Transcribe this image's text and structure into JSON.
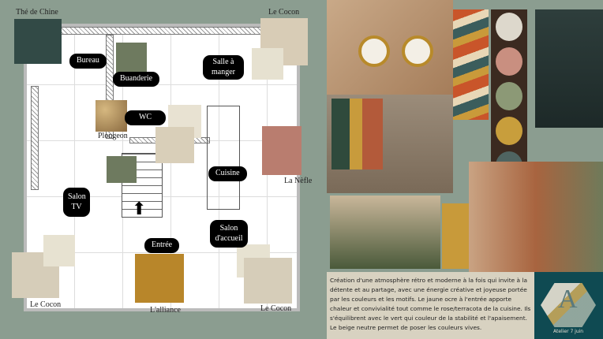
{
  "swatches": {
    "the_de_chine": {
      "label": "Thé de Chine",
      "color": "#324a46"
    },
    "le_cocon_top": {
      "label": "Le Cocon",
      "color": "#d8ccb6"
    },
    "la_nefle": {
      "label": "La Nèfle",
      "color": "#b97d6f"
    },
    "plongeon": {
      "label": "Plongeon",
      "color": "#b89b6a"
    },
    "le_cocon_bl": {
      "label": "Le Cocon",
      "color": "#d6cdb9"
    },
    "le_cocon_br": {
      "label": "Le Cocon",
      "color": "#d6cdb9"
    },
    "l_alliance": {
      "label": "L'alliance",
      "color": "#b8862a"
    },
    "green": "#6e7a5f"
  },
  "rooms": {
    "bureau": "Bureau",
    "buanderie": "Buanderie",
    "salle": "Salle à manger",
    "wc": "WC",
    "cuisine": "Cuisine",
    "salon_tv": "Salon TV",
    "salon_accueil": "Salon d'accueil",
    "entree": "Entrée"
  },
  "description": "Création d'une atmosphère rétro et moderne à la fois qui invite à la détente et au partage, avec une énergie créative et joyeuse portée par les couleurs et les motifs. Le jaune ocre à l'entrée apporte chaleur et convivialité tout comme le rose/terracota de la cuisine. Ils s'équilibrent avec le vert qui couleur de la stabilité et l'apaisement. Le beige neutre permet de poser les couleurs vives.",
  "logo": {
    "letter": "A",
    "name": "Atelier 7 juin"
  }
}
